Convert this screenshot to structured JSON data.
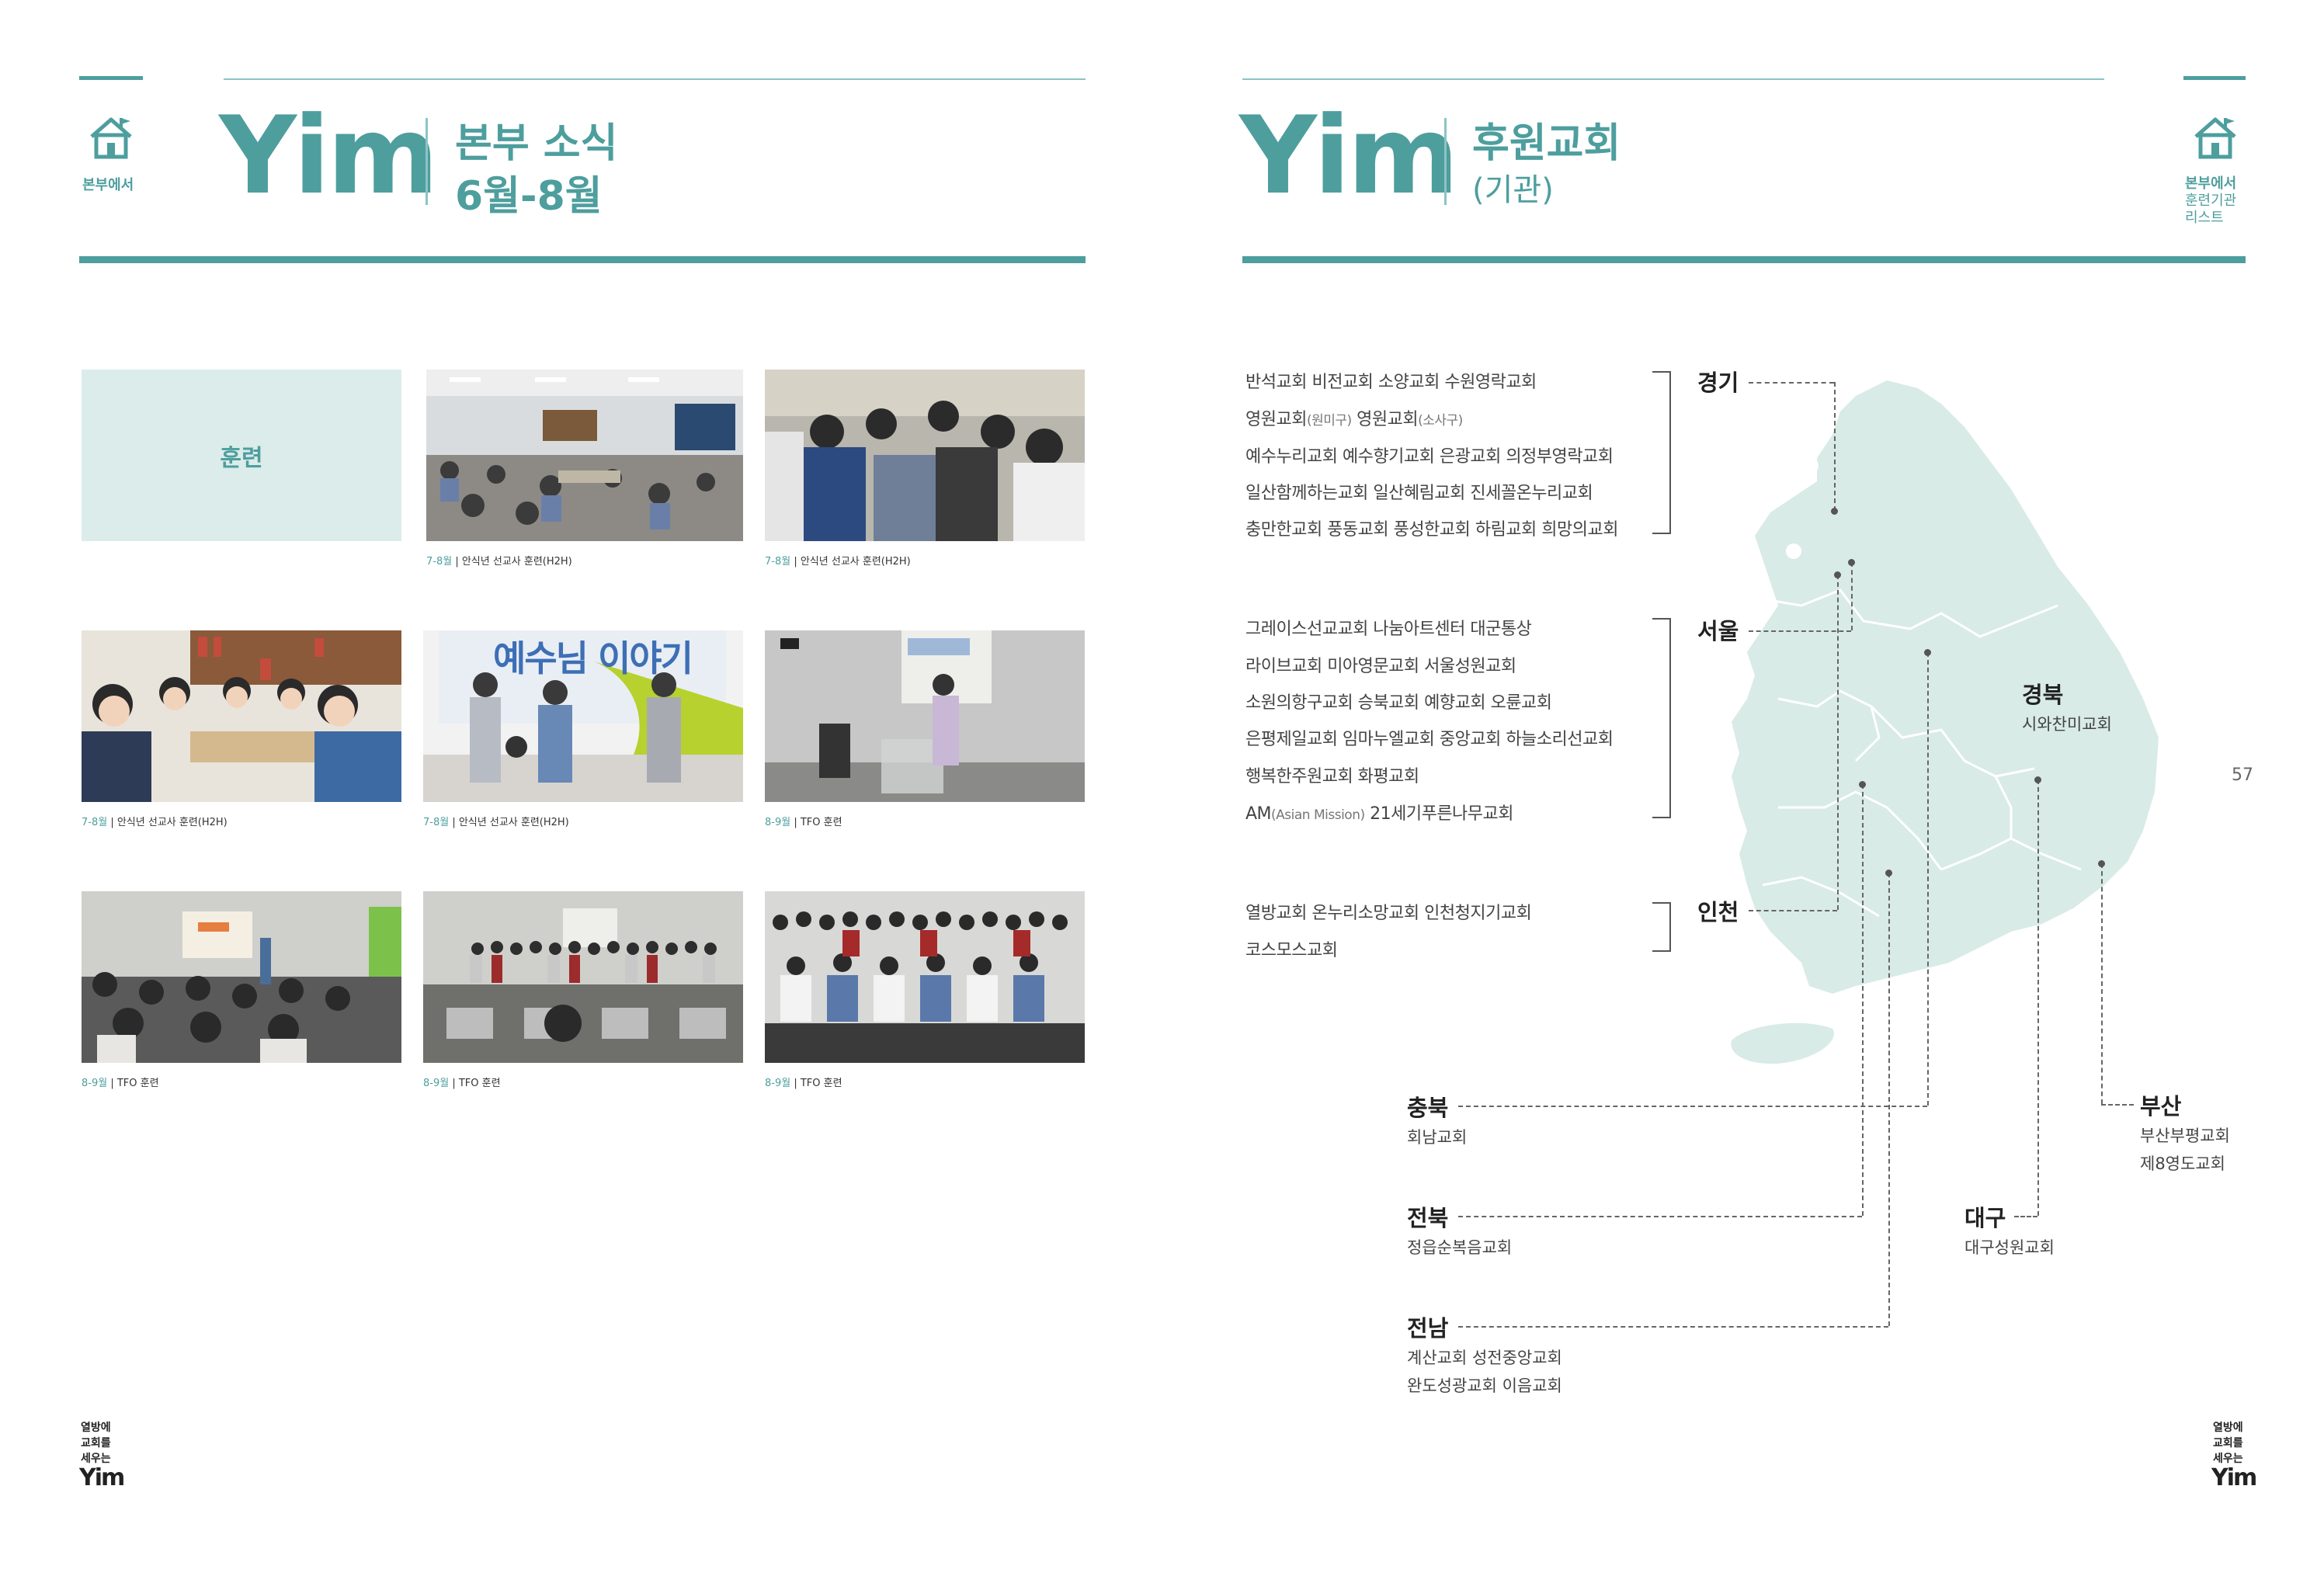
{
  "left": {
    "side_label": "본부에서",
    "logo": "Yim",
    "title_line1": "본부 소식",
    "title_line2": "6월-8월",
    "section_label": "훈련",
    "captions": [
      {
        "month": "7-8월",
        "text": " | 안식년 선교사 훈련(H2H)"
      },
      {
        "month": "7-8월",
        "text": " | 안식년 선교사 훈련(H2H)"
      },
      {
        "month": "7-8월",
        "text": " | 안식년 선교사 훈련(H2H)"
      },
      {
        "month": "7-8월",
        "text": " | 안식년 선교사 훈련(H2H)"
      },
      {
        "month": "8-9월",
        "text": " | TFO 훈련"
      },
      {
        "month": "8-9월",
        "text": " | TFO 훈련"
      },
      {
        "month": "8-9월",
        "text": " | TFO 훈련"
      },
      {
        "month": "8-9월",
        "text": " | TFO 훈련"
      }
    ],
    "banner_text": "예수님 이야기",
    "footer_lines": [
      "열방에",
      "교회를",
      "세우는"
    ],
    "footer_logo": "Yim"
  },
  "right": {
    "logo": "Yim",
    "title": "후원교회",
    "subtitle": "(기관)",
    "side_label_lines": [
      "본부에서",
      "훈련기관",
      "리스트"
    ],
    "page_number": "57",
    "groups": {
      "gyeonggi": {
        "region": "경기",
        "lines": [
          "반석교회 비전교회 소양교회 수원영락교회",
          "영원교회",
          "(원미구)",
          " 영원교회",
          "(소사구)",
          "예수누리교회 예수향기교회 은광교회 의정부영락교회",
          "일산함께하는교회 일산혜림교회 진세꼴온누리교회",
          "충만한교회 풍동교회 풍성한교회 하림교회 희망의교회"
        ]
      },
      "seoul": {
        "region": "서울",
        "lines": [
          "그레이스선교교회 나눔아트센터 대군통상",
          "라이브교회 미아영문교회 서울성원교회",
          "소원의항구교회 승북교회 예향교회 오륜교회",
          "은평제일교회 임마누엘교회 중앙교회 하늘소리선교회",
          "행복한주원교회 화평교회",
          "AM",
          "(Asian Mission)",
          " 21세기푸른나무교회"
        ]
      },
      "incheon": {
        "region": "인천",
        "lines": [
          "열방교회  온누리소망교회  인천청지기교회",
          "코스모스교회"
        ]
      },
      "gyeongbuk": {
        "region": "경북",
        "churches": [
          "시와찬미교회"
        ]
      },
      "chungbuk": {
        "region": "충북",
        "churches": [
          "회남교회"
        ]
      },
      "jeonbuk": {
        "region": "전북",
        "churches": [
          "정읍순복음교회"
        ]
      },
      "jeonnam": {
        "region": "전남",
        "churches": [
          "계산교회 성전중앙교회",
          "완도성광교회 이음교회"
        ]
      },
      "daegu": {
        "region": "대구",
        "churches": [
          "대구성원교회"
        ]
      },
      "busan": {
        "region": "부산",
        "churches": [
          "부산부평교회",
          "제8영도교회"
        ]
      }
    },
    "footer_lines": [
      "열방에",
      "교회를",
      "세우는"
    ],
    "footer_logo": "Yim"
  },
  "colors": {
    "accent": "#4e9e9e",
    "light_accent": "#8cc4c4",
    "map_fill": "#d8ebe6",
    "label_box": "#dcecea"
  },
  "icons": [
    "home-flag-icon"
  ]
}
